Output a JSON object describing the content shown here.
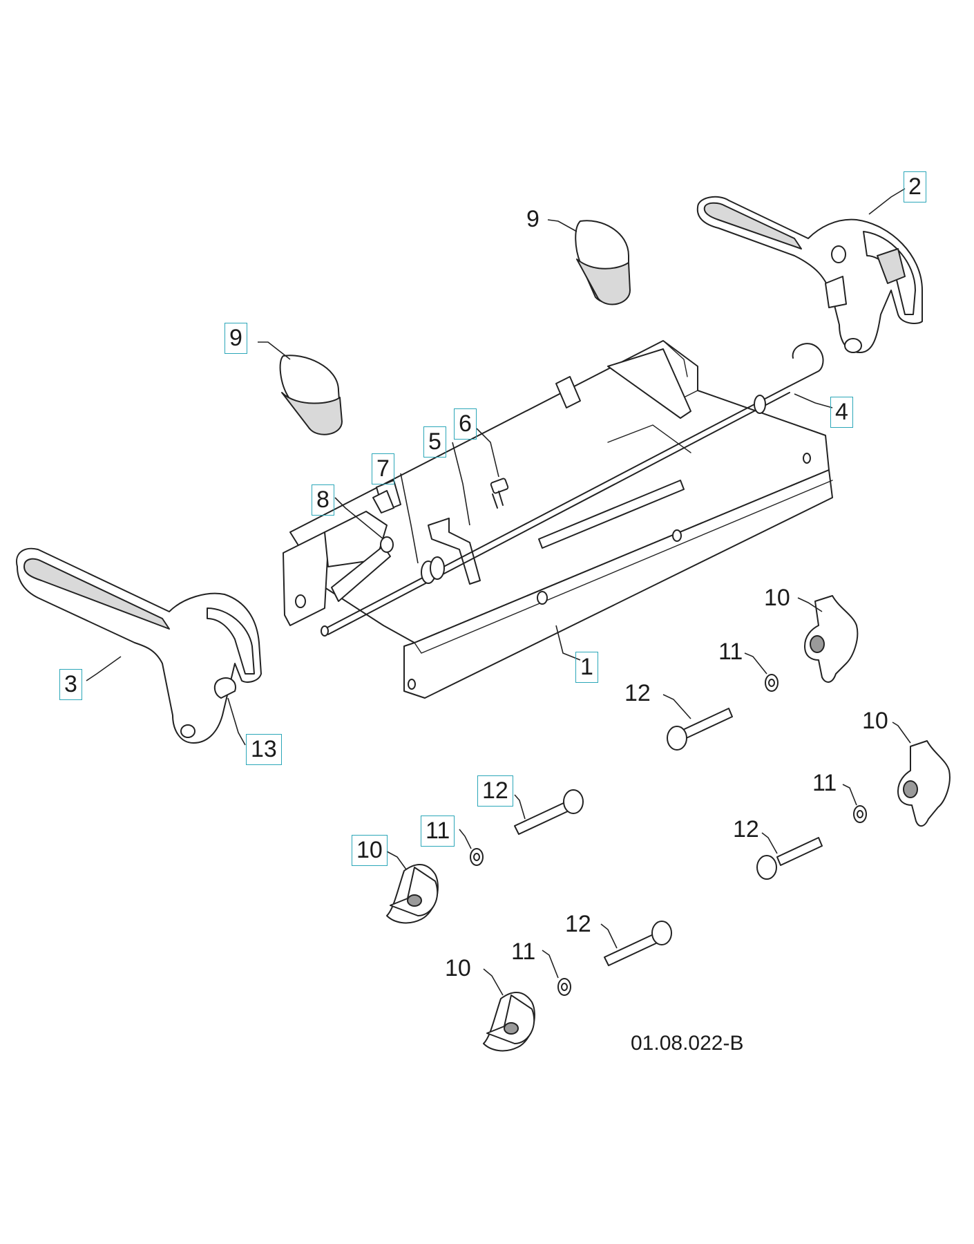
{
  "drawing_number": "01.08.022-B",
  "callouts": [
    {
      "label": "1",
      "boxed": true
    },
    {
      "label": "2",
      "boxed": true
    },
    {
      "label": "3",
      "boxed": true
    },
    {
      "label": "4",
      "boxed": true
    },
    {
      "label": "5",
      "boxed": true
    },
    {
      "label": "6",
      "boxed": true
    },
    {
      "label": "7",
      "boxed": true
    },
    {
      "label": "8",
      "boxed": true
    },
    {
      "label": "9",
      "boxed": false
    },
    {
      "label": "9",
      "boxed": true
    },
    {
      "label": "10",
      "boxed": false
    },
    {
      "label": "10",
      "boxed": false
    },
    {
      "label": "10",
      "boxed": true
    },
    {
      "label": "10",
      "boxed": false
    },
    {
      "label": "11",
      "boxed": false
    },
    {
      "label": "11",
      "boxed": false
    },
    {
      "label": "11",
      "boxed": true
    },
    {
      "label": "11",
      "boxed": false
    },
    {
      "label": "12",
      "boxed": false
    },
    {
      "label": "12",
      "boxed": true
    },
    {
      "label": "12",
      "boxed": false
    },
    {
      "label": "12",
      "boxed": false
    },
    {
      "label": "13",
      "boxed": true
    }
  ]
}
